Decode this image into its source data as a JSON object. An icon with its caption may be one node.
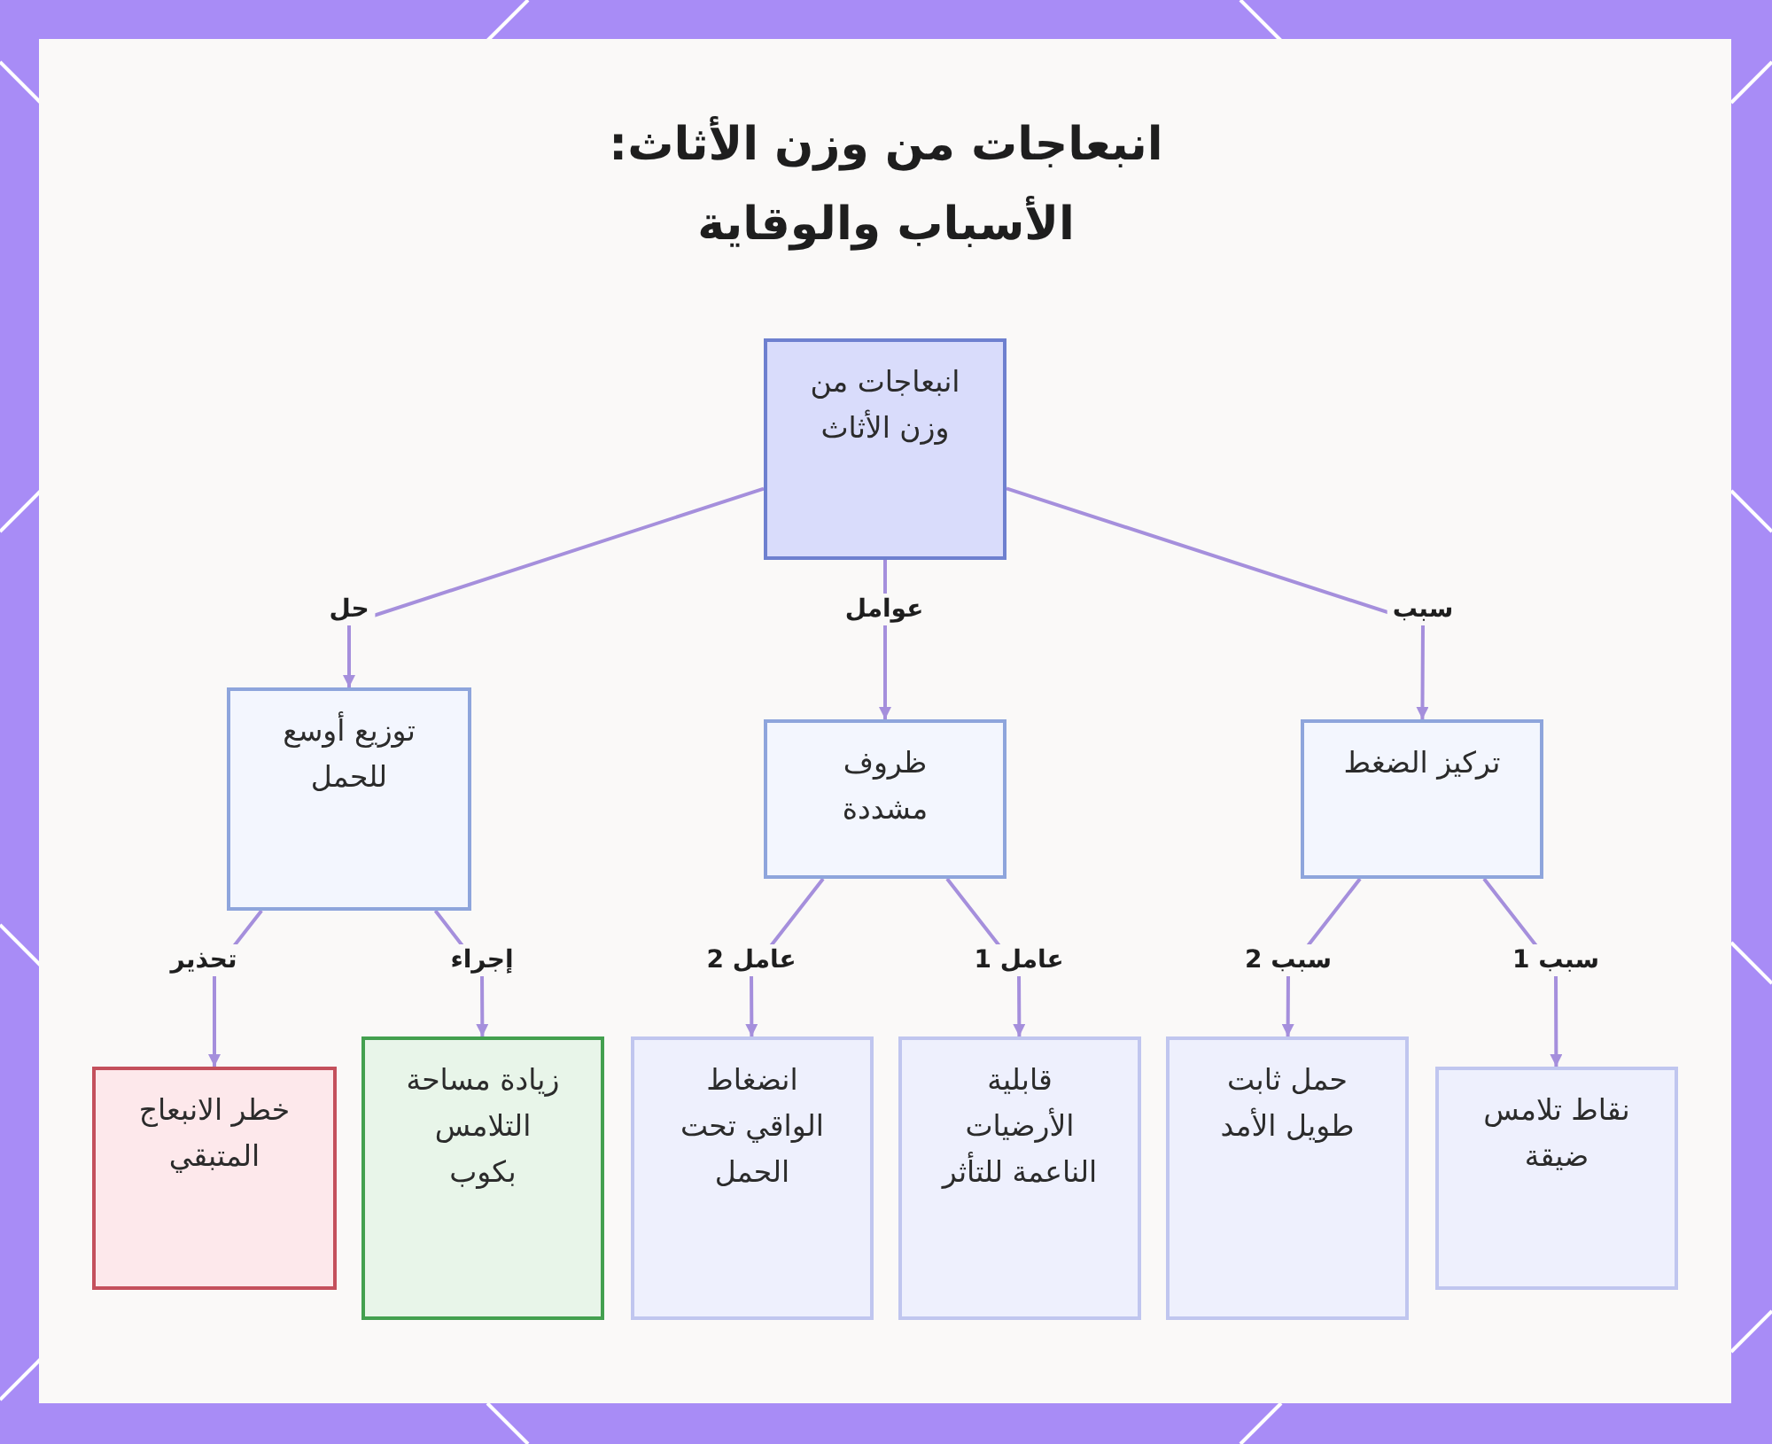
{
  "diagram": {
    "title": "انبعاجات من وزن الأثاث: الأسباب والوقاية",
    "nodes": [
      {
        "text": [
          "انبعاجات من وزن الأثاث"
        ]
      },
      {
        "text": [
          "توزيع أوسع للحمل"
        ]
      },
      {
        "text": [
          "ظروف مشددة"
        ]
      },
      {
        "text": [
          "تركيز الضغط"
        ]
      },
      {
        "text": [
          "خطر الانبعاج المتبقي"
        ]
      },
      {
        "text": [
          "زيادة مساحة التلامس بكوب"
        ]
      },
      {
        "text": [
          "انضغاط الواقي تحت الحمل"
        ]
      },
      {
        "text": [
          "قابلية الأرضيات الناعمة للتأثر"
        ]
      },
      {
        "text": [
          "حمل ثابت طويل الأمد"
        ]
      },
      {
        "text": [
          "نقاط تلامس ضيقة"
        ]
      }
    ],
    "edges": [
      {
        "from": 0,
        "to": 1,
        "arrow": "to",
        "label": "حل"
      },
      {
        "from": 0,
        "to": 2,
        "arrow": "to",
        "label": "عوامل"
      },
      {
        "from": 0,
        "to": 3,
        "arrow": "to",
        "label": "سبب"
      },
      {
        "from": 1,
        "to": 4,
        "arrow": "to",
        "label": "تحذير"
      },
      {
        "from": 1,
        "to": 5,
        "arrow": "to",
        "label": "إجراء"
      },
      {
        "from": 2,
        "to": 6,
        "arrow": "to",
        "label": "عامل 2"
      },
      {
        "from": 2,
        "to": 7,
        "arrow": "to",
        "label": "عامل 1"
      },
      {
        "from": 3,
        "to": 8,
        "arrow": "to",
        "label": "سبب 2"
      },
      {
        "from": 3,
        "to": 9,
        "arrow": "to",
        "label": "سبب 1"
      }
    ]
  }
}
